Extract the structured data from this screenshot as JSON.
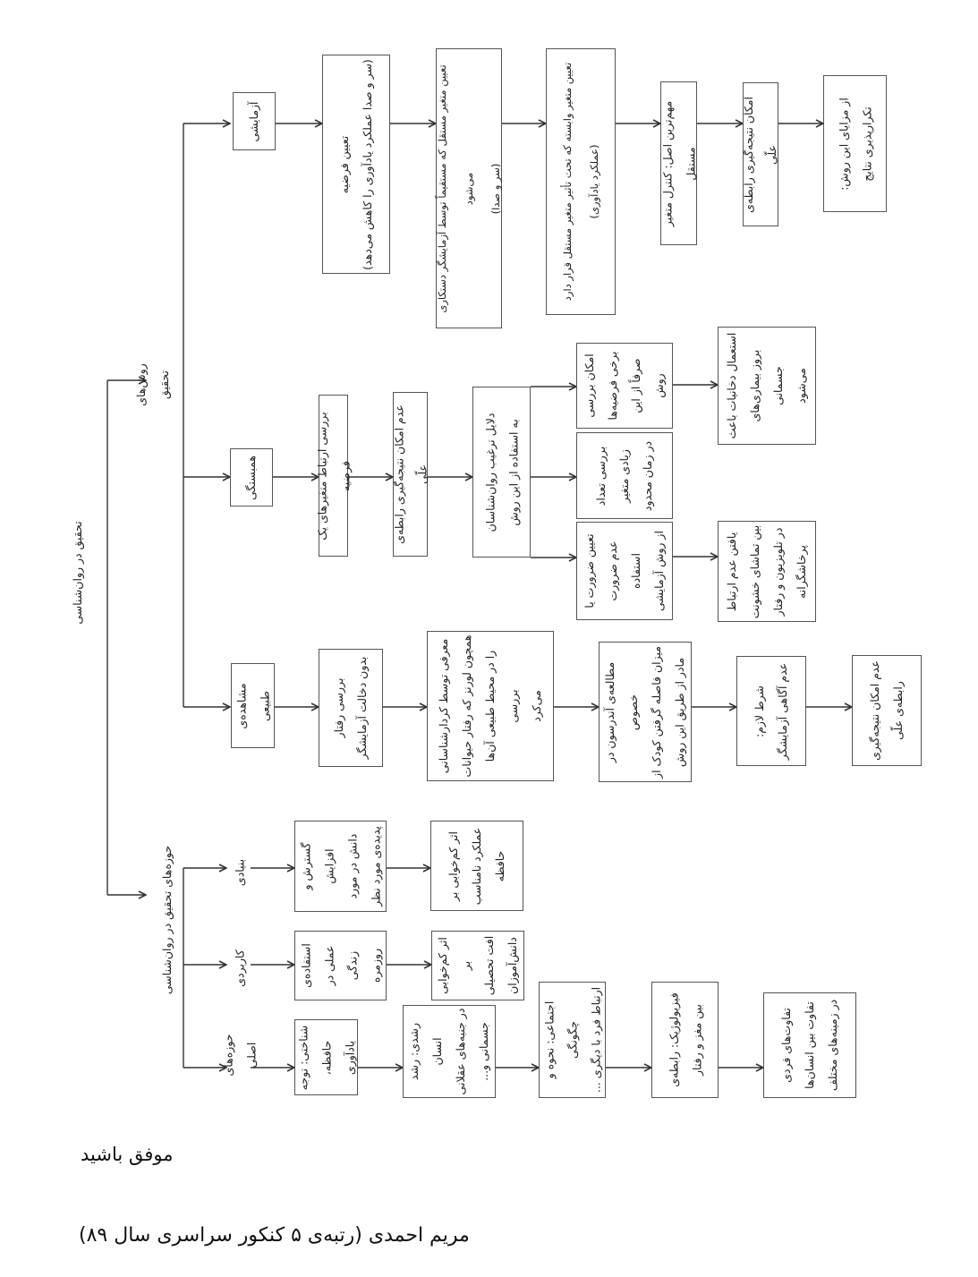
{
  "root": "تحقیق در روان‌شناسی",
  "methods": {
    "label": "روش‌های تحقیق",
    "experimental": {
      "label": "آزمایشی",
      "steps": [
        "تعیین فرضیه\n(سر و صدا عملکرد یادآوری را کاهش می‌دهد)",
        "تعیین متغیر مستقل که مستقیماً توسط آزمایشگر دستکاری می‌شود\n(سر و صدا)",
        "تعیین متغیر وابسته که تحت تأثیر متغیر مستقل قرار دارد\n(عملکرد یادآوری)",
        "مهم‌ترین اصل: کنترل متغیر مستقل",
        "امکان نتیجه‌گیری رابطه‌ی علّی",
        "از مزایای این روش:\nتکرارپذیری نتایج"
      ]
    },
    "correlational": {
      "label": "همبستگی",
      "steps": [
        "بررسی ارتباط متغیرهای یک فرضیه",
        "عدم امکان نتیجه‌گیری رابطه‌ی علّی",
        "دلایل ترغیب روان‌شناسان\nبه استفاده از این روش"
      ],
      "reasons": [
        "امکان بررسی\nبرخی فرضیه‌ها\nصرفاً از این روش",
        "بررسی تعداد\nزیادی متغیر\nدر زمان محدود",
        "تعیین ضرورت یا\nعدم ضرورت استفاده\nاز روش آزمایشی"
      ],
      "examples": [
        "استعمال دخانیات باعث\nبروز بیماری‌های جسمانی\nمی‌شود",
        "یافتن عدم ارتباط\nبین تماشای خشونت\nدر تلویزیون و رفتار\nپرخاشگرانه"
      ]
    },
    "naturalistic": {
      "label": "مشاهده‌ی طبیعی",
      "steps": [
        "بررسی رفتار\nبدون دخالت آزمایشگر",
        "معرفی توسط کردارشناسانی\nهمچون لورنز که رفتار حیوانات\nرا در محیط طبیعی آن‌ها بررسی\nمی‌کرد",
        "مطالعه‌ی آندرسون در خصوص\nمیزان فاصله گرفتن کودک از\nمادر از طریق این روش",
        "شرط لازم:\nعدم آگاهی آزمایشگر",
        "عدم امکان نتیجه‌گیری\nرابطه‌ی علّی"
      ]
    }
  },
  "areas": {
    "label": "حوزه‌های تحقیق در روان‌شناسی",
    "basic": {
      "label": "بنیادی",
      "desc": "گسترش و افزایش\nدانش در مورد\nپدیده‌ی مورد نظر",
      "example": "اثر کم‌خوابی بر\nعملکرد نامناسب\nحافظه"
    },
    "applied": {
      "label": "کاربردی",
      "desc": "استفاده‌ی\nعملی در زندگی\nروزمره",
      "example": "اثر کم‌خوابی بر\nافت تحصیلی\nدانش‌آموزان"
    },
    "main": {
      "label": "حوزه‌های اصلی",
      "fields": [
        "شناختی: توجه\nحافظه، یادآوری",
        "رشدی: رشد انسان\nدر جنبه‌های عقلانی\nجسمانی و...",
        "اجتماعی: نحوه و چگونگی\nارتباط فرد با دیگری ...",
        "فیزیولوژیک: رابطه‌ی\nبین مغز و رفتار",
        "تفاوت‌های فردی\nتفاوت بین انسان‌ها\nدر زمینه‌های مختلف"
      ]
    }
  },
  "footer": {
    "wish": "موفق باشید",
    "author": "مریم احمدی (رتبه‌ی ۵ کنکور سراسری سال ۸۹)"
  }
}
